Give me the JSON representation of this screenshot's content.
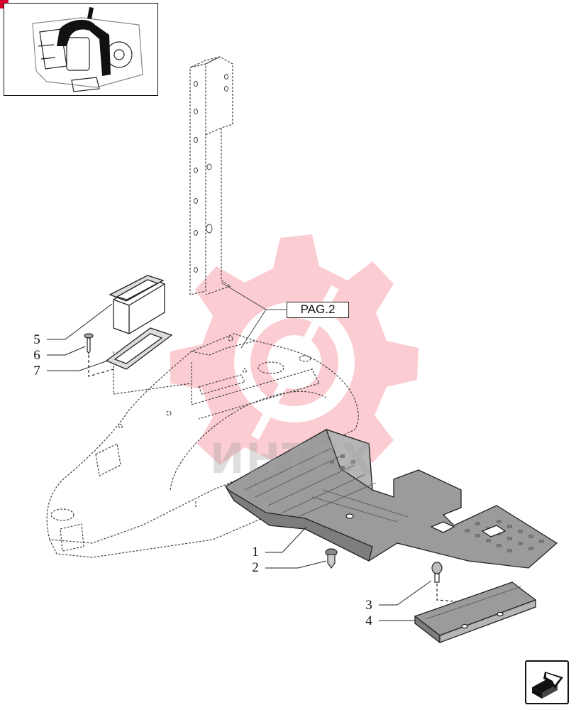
{
  "callouts": [
    {
      "id": "1",
      "label": "1"
    },
    {
      "id": "2",
      "label": "2"
    },
    {
      "id": "3",
      "label": "3"
    },
    {
      "id": "4",
      "label": "4"
    },
    {
      "id": "5",
      "label": "5"
    },
    {
      "id": "6",
      "label": "6"
    },
    {
      "id": "7",
      "label": "7"
    }
  ],
  "page_reference": "PAG.2",
  "watermark": {
    "text": "ИНТЕХ",
    "color": "#e8102a"
  },
  "icons": {
    "next_page": "arrow-next-page-icon",
    "thumbnail": "tractor-cab-location-icon"
  },
  "colors": {
    "line": "#222222",
    "part_fill": "#9b9b9b",
    "watermark": "#f2a0a8"
  }
}
